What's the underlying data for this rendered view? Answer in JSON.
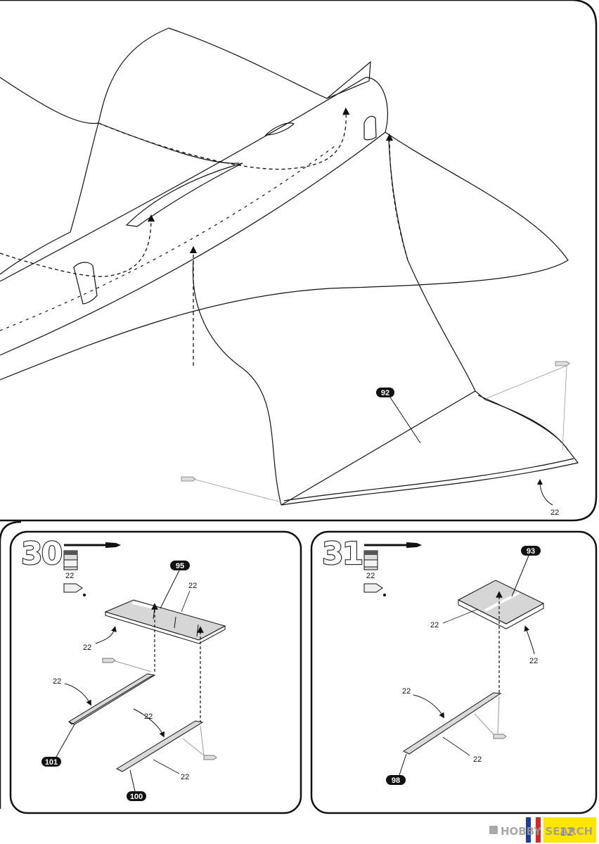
{
  "top_panel": {
    "part_badge": "92",
    "paint_callout": "22"
  },
  "step30": {
    "number": "30",
    "paint_code": "22",
    "parts": {
      "flap_top": "95",
      "left_hinge": "101",
      "right_hinge": "100"
    },
    "paint_labels": {
      "flap_top": "22",
      "flap_edge": "22",
      "hinge_a": "22",
      "hinge_b": "22",
      "hinge_c": "22"
    }
  },
  "step31": {
    "number": "31",
    "paint_code": "22",
    "parts": {
      "panel_top": "93",
      "hinge": "98"
    },
    "paint_labels": {
      "panel_side": "22",
      "panel_under": "22",
      "hinge_a": "22",
      "hinge_b": "22"
    }
  },
  "footer": {
    "watermark": "HOBBY SEARCH",
    "page_number": "12"
  }
}
